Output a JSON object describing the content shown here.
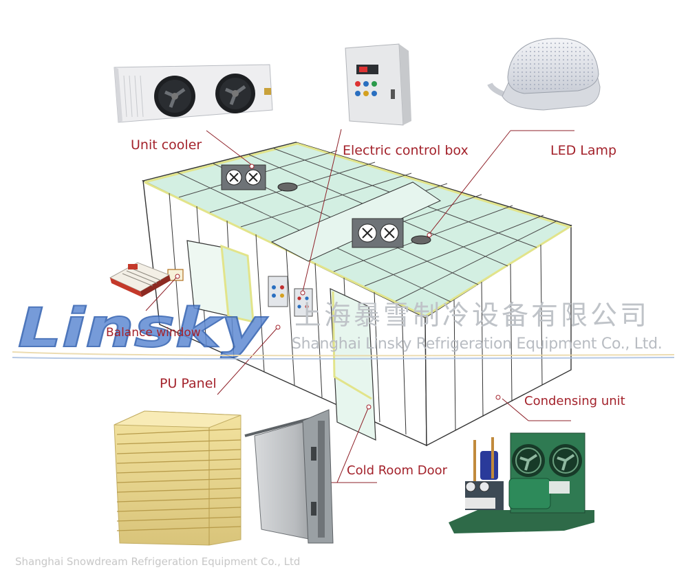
{
  "labels": {
    "unit_cooler": "Unit cooler",
    "control_box": "Electric control box",
    "led_lamp": "LED Lamp",
    "balance_window": "Balance window",
    "pu_panel": "PU Panel",
    "cold_room_door": "Cold Room Door",
    "condensing_unit": "Condensing unit"
  },
  "watermark": {
    "logo_text": "Linsky",
    "company_cn": "上海暴雪制冷设备有限公司",
    "company_en": "Shanghai Linsky Refrigeration Equipment Co., Ltd."
  },
  "footer": "Shanghai Snowdream Refrigeration Equipment Co., Ltd",
  "colors": {
    "label_red": "#a3222b",
    "ceiling_green": "#cfeee0",
    "panel_yellow": "#e9e98a",
    "logo_blue": "#4a78c8",
    "watermark_gray": "#bfc3c8"
  }
}
